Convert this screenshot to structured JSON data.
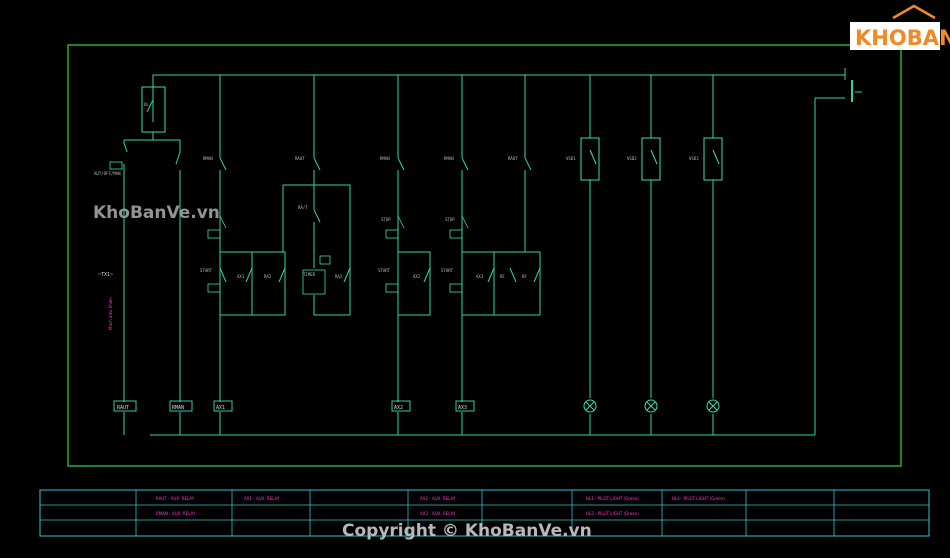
{
  "logo": {
    "text": "KHOBANVE",
    "icon": "house-roof-icon"
  },
  "watermark": "KhoBanVe.vn",
  "copyright": "Copyright © KhoBanVe.vn",
  "colors": {
    "wire": "#2bd7a2",
    "frame": "#27b83c",
    "table": "#2bc3cf",
    "legend": "#ff38d8",
    "label": "#cfd8dc",
    "component": "#3eddb5"
  },
  "upper_labels": {
    "ol": "OL",
    "source_switch": "AUT/OFF/MAN",
    "tx": "~TX1~",
    "ramanual": "RMAN",
    "raut_1": "RAUT",
    "raut_2": "RA/T",
    "ramanual_2": "RMAN",
    "ramanual_3": "RMAN",
    "raut_3": "RAUT",
    "vsd1": "VSD1",
    "vsd2": "VSD2",
    "vsd3": "VSD3",
    "stop_1": "STOP",
    "stop_2": "STOP",
    "start_1": "START",
    "start_2": "START",
    "start_3": "START",
    "ax1": "AX1",
    "ra2_1": "RA2",
    "ra2_2": "RA2",
    "ax2": "AX2",
    "ax3": "AX3",
    "rf_1": "RF",
    "rf_2": "RF",
    "timer": "TIMER",
    "side_text": "Mach dieu khien"
  },
  "coils": [
    "RAUT",
    "RMAN",
    "AX1",
    "AX2",
    "AX3"
  ],
  "legend": [
    [
      "RAUT - AUX. RELAY",
      "AX1 - AUX. RELAY",
      "AX2 - AUX. RELAY",
      "HL1 - PILOT LIGHT (Green)",
      "HL4 - PILOT LIGHT (Green)"
    ],
    [
      "RMAN - AUX. RELAY",
      "",
      "AX3 - AUX. RELAY",
      "HL2 - PILOT LIGHT (Green)",
      ""
    ]
  ]
}
